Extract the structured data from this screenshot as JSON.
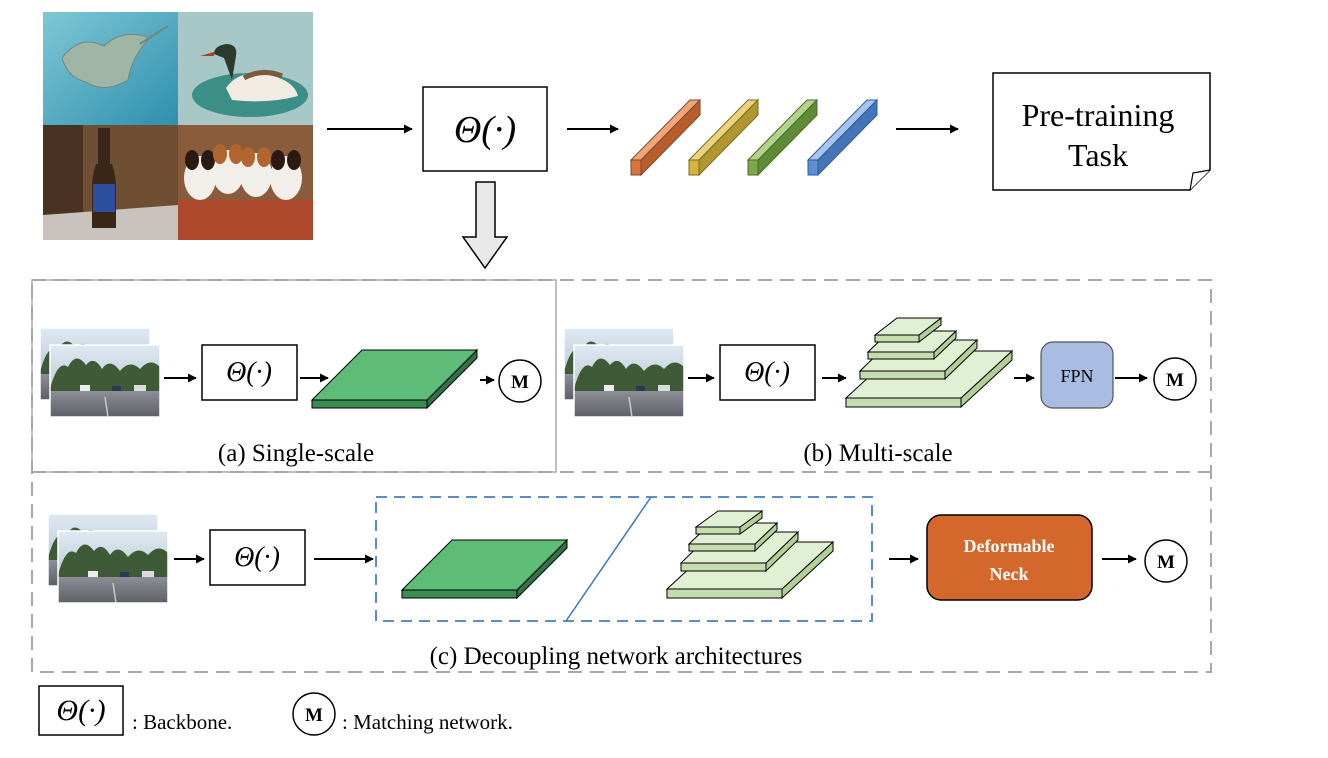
{
  "backbone_symbol": "Θ(·)",
  "pretraining": {
    "line1": "Pre-training",
    "line2": "Task"
  },
  "matching_symbol": "M",
  "sections": {
    "a": "(a) Single-scale",
    "b": "(b) Multi-scale",
    "c": "(c) Decoupling network architectures"
  },
  "fpn_label": "FPN",
  "deformable": {
    "line1": "Deformable",
    "line2": "Neck"
  },
  "legend": {
    "backbone_text": ": Backbone.",
    "matching_text": ": Matching network."
  },
  "colors": {
    "feat_orange": "#d8743d",
    "feat_yellow": "#d4b43e",
    "feat_green": "#7aa84a",
    "feat_blue": "#5b8ed3",
    "single_scale_map": "#5dbd78",
    "pyramid_level": "#e1f0d3",
    "fpn_box": "#a9bde3",
    "deformable_neck": "#d4672b",
    "dashed_border": "#a8a8a8",
    "decoupling_box": "#5b8ec6"
  }
}
